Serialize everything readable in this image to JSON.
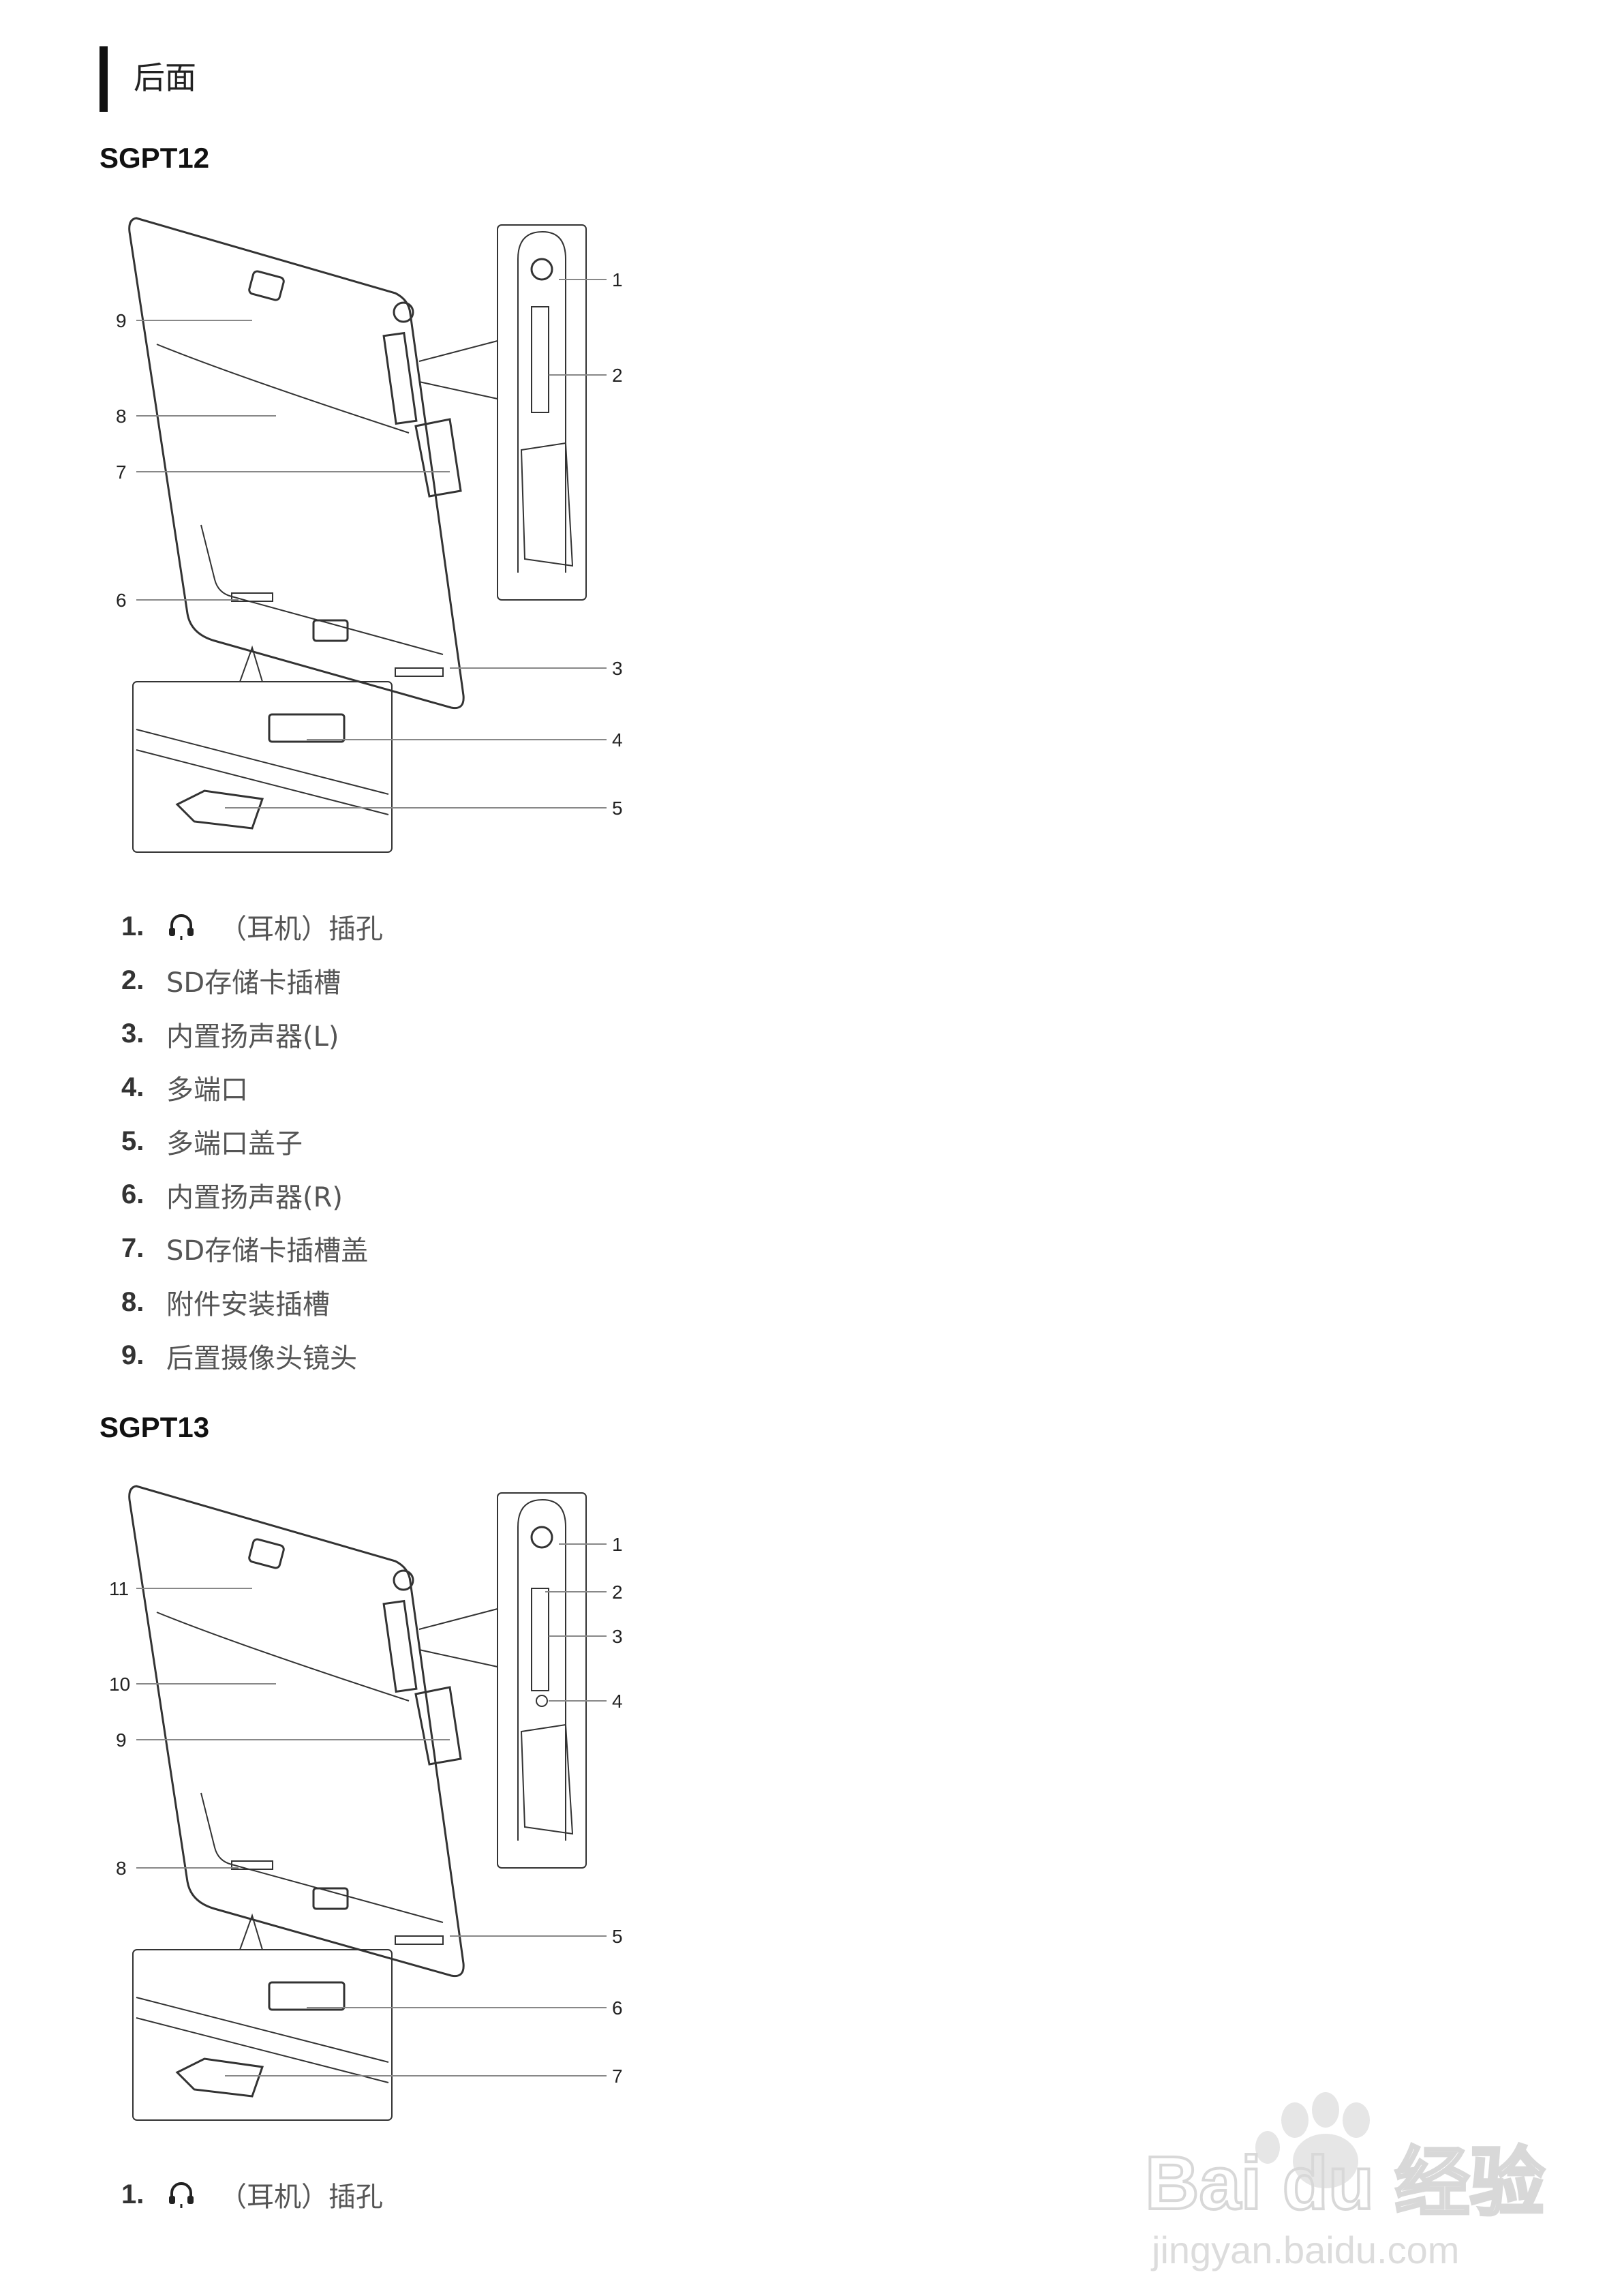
{
  "section": {
    "title": "后面"
  },
  "models": [
    {
      "name": "SGPT12",
      "figure_callouts": [
        "1",
        "2",
        "3",
        "4",
        "5",
        "6",
        "7",
        "8",
        "9"
      ],
      "items": [
        {
          "num": "1.",
          "icon": "headphone-icon",
          "label": "（耳机）插孔"
        },
        {
          "num": "2.",
          "label": "SD存储卡插槽"
        },
        {
          "num": "3.",
          "label": "内置扬声器(L)"
        },
        {
          "num": "4.",
          "label": "多端口"
        },
        {
          "num": "5.",
          "label": "多端口盖子"
        },
        {
          "num": "6.",
          "label": "内置扬声器(R)"
        },
        {
          "num": "7.",
          "label": "SD存储卡插槽盖"
        },
        {
          "num": "8.",
          "label": "附件安装插槽"
        },
        {
          "num": "9.",
          "label": "后置摄像头镜头"
        }
      ]
    },
    {
      "name": "SGPT13",
      "figure_callouts": [
        "1",
        "2",
        "3",
        "4",
        "5",
        "6",
        "7",
        "8",
        "9",
        "10",
        "11"
      ],
      "items": [
        {
          "num": "1.",
          "icon": "headphone-icon",
          "label": "（耳机）插孔"
        }
      ]
    }
  ],
  "watermark": {
    "brand": "Bai du 经验",
    "url": "jingyan.baidu.com",
    "icon": "paw-icon"
  },
  "colors": {
    "line": "#333333",
    "callout_line": "#888888",
    "text": "#555555"
  }
}
